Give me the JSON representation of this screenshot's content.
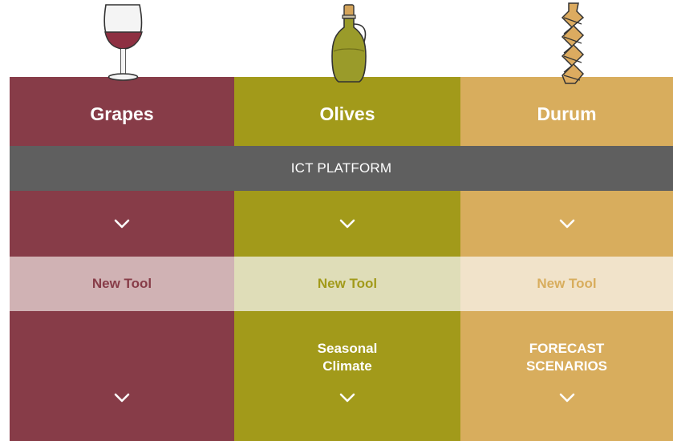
{
  "columns": [
    {
      "key": "grapes",
      "title": "Grapes",
      "icon": "wine-glass-icon",
      "tool_label": "New Tool",
      "product_label": "",
      "color": "#873c48",
      "tool_bg": "#d0b2b4"
    },
    {
      "key": "olives",
      "title": "Olives",
      "icon": "olive-oil-bottle-icon",
      "tool_label": "New Tool",
      "product_label": "Seasonal\nClimate",
      "color": "#a29a1a",
      "tool_bg": "#dfddb8"
    },
    {
      "key": "durum",
      "title": "Durum",
      "icon": "pasta-icon",
      "tool_label": "New Tool",
      "product_label": "FORECAST\nSCENARIOS",
      "color": "#d8ad5d",
      "tool_bg": "#f1e3ca"
    }
  ],
  "platform": {
    "label": "ICT PLATFORM",
    "color": "#5f5f5f"
  }
}
